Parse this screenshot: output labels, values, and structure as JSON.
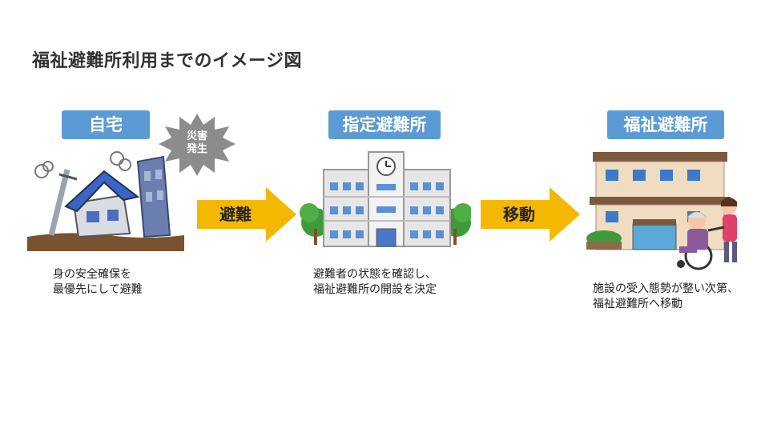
{
  "title": "福祉避難所利用までのイメージ図",
  "steps": [
    {
      "label": "自宅",
      "desc_line1": "身の安全確保を",
      "desc_line2": "最優先にして避難"
    },
    {
      "label": "指定避難所",
      "desc_line1": "避難者の状態を確認し、",
      "desc_line2": "福祉避難所の開設を決定"
    },
    {
      "label": "福祉避難所",
      "desc_line1": "施設の受入態勢が整い次第、",
      "desc_line2": "福祉避難所へ移動"
    }
  ],
  "arrows": [
    {
      "label": "避難"
    },
    {
      "label": "移動"
    }
  ],
  "burst": {
    "line1": "災害",
    "line2": "発生"
  },
  "colors": {
    "label_bg": "#5b9bd5",
    "arrow": "#f5b800",
    "burst": "#8c8c8c"
  }
}
